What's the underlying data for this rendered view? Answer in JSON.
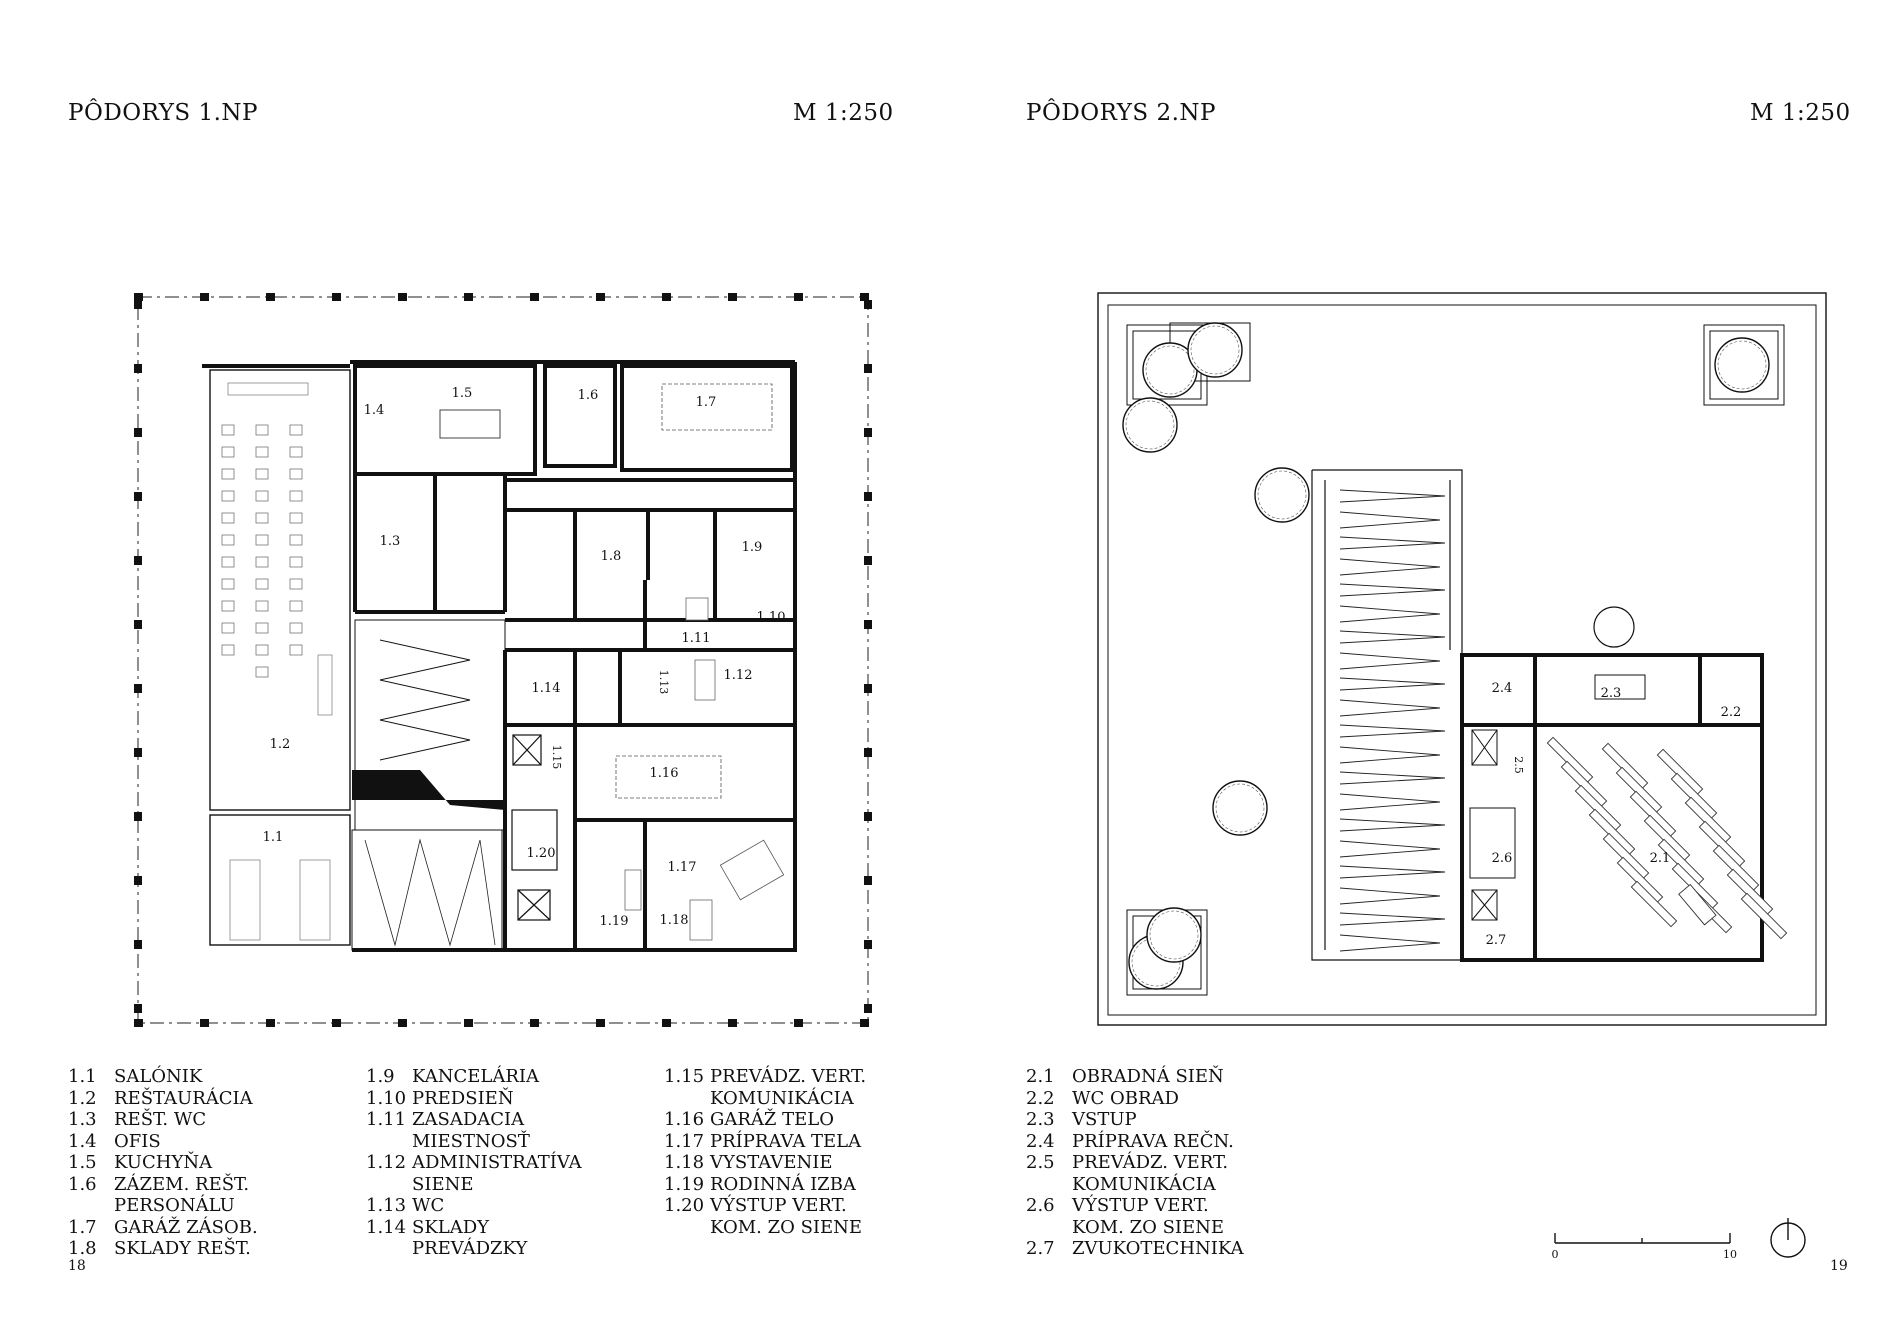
{
  "left": {
    "title": "PÔDORYS 1.NP",
    "scale": "M 1:250",
    "page": "18",
    "rooms": {
      "r1_1": "1.1",
      "r1_2": "1.2",
      "r1_3": "1.3",
      "r1_4": "1.4",
      "r1_5": "1.5",
      "r1_6": "1.6",
      "r1_7": "1.7",
      "r1_8": "1.8",
      "r1_9": "1.9",
      "r1_10": "1.10",
      "r1_11": "1.11",
      "r1_12": "1.12",
      "r1_13": "1.13",
      "r1_14": "1.14",
      "r1_15": "1.15",
      "r1_16": "1.16",
      "r1_17": "1.17",
      "r1_18": "1.18",
      "r1_19": "1.19",
      "r1_20": "1.20"
    },
    "legend": [
      [
        {
          "num": "1.1",
          "name": "SALÓNIK"
        },
        {
          "num": "1.2",
          "name": "REŠTAURÁCIA"
        },
        {
          "num": "1.3",
          "name": "REŠT. WC"
        },
        {
          "num": "1.4",
          "name": "OFIS"
        },
        {
          "num": "1.5",
          "name": "KUCHYŇA"
        },
        {
          "num": "1.6",
          "name": "ZÁZEM. REŠT.",
          "cont": "PERSONÁLU"
        },
        {
          "num": "1.7",
          "name": "GARÁŽ ZÁSOB."
        },
        {
          "num": "1.8",
          "name": "SKLADY REŠT."
        }
      ],
      [
        {
          "num": "1.9",
          "name": "KANCELÁRIA"
        },
        {
          "num": "1.10",
          "name": "PREDSIEŇ"
        },
        {
          "num": "1.11",
          "name": "ZASADACIA",
          "cont": "MIESTNOSŤ"
        },
        {
          "num": "1.12",
          "name": "ADMINISTRATÍVA",
          "cont": "SIENE"
        },
        {
          "num": "1.13",
          "name": "WC"
        },
        {
          "num": "1.14",
          "name": "SKLADY",
          "cont": "PREVÁDZKY"
        }
      ],
      [
        {
          "num": "1.15",
          "name": "PREVÁDZ. VERT.",
          "cont": "KOMUNIKÁCIA"
        },
        {
          "num": "1.16",
          "name": "GARÁŽ TELO"
        },
        {
          "num": "1.17",
          "name": "PRÍPRAVA TELA"
        },
        {
          "num": "1.18",
          "name": "VYSTAVENIE"
        },
        {
          "num": "1.19",
          "name": "RODINNÁ IZBA"
        },
        {
          "num": "1.20",
          "name": "VÝSTUP VERT.",
          "cont": "KOM. ZO SIENE"
        }
      ]
    ]
  },
  "right": {
    "title": "PÔDORYS 2.NP",
    "scale": "M 1:250",
    "page": "19",
    "rooms": {
      "r2_1": "2.1",
      "r2_2": "2.2",
      "r2_3": "2.3",
      "r2_4": "2.4",
      "r2_5": "2.5",
      "r2_6": "2.6",
      "r2_7": "2.7"
    },
    "legend": [
      {
        "num": "2.1",
        "name": "OBRADNÁ SIEŇ"
      },
      {
        "num": "2.2",
        "name": "WC OBRAD"
      },
      {
        "num": "2.3",
        "name": "VSTUP"
      },
      {
        "num": "2.4",
        "name": "PRÍPRAVA REČN."
      },
      {
        "num": "2.5",
        "name": "PREVÁDZ. VERT.",
        "cont": "KOMUNIKÁCIA"
      },
      {
        "num": "2.6",
        "name": "VÝSTUP VERT.",
        "cont": "KOM. ZO SIENE"
      },
      {
        "num": "2.7",
        "name": "ZVUKOTECHNIKA"
      }
    ],
    "scalebar": {
      "start": "0",
      "end": "10"
    }
  }
}
